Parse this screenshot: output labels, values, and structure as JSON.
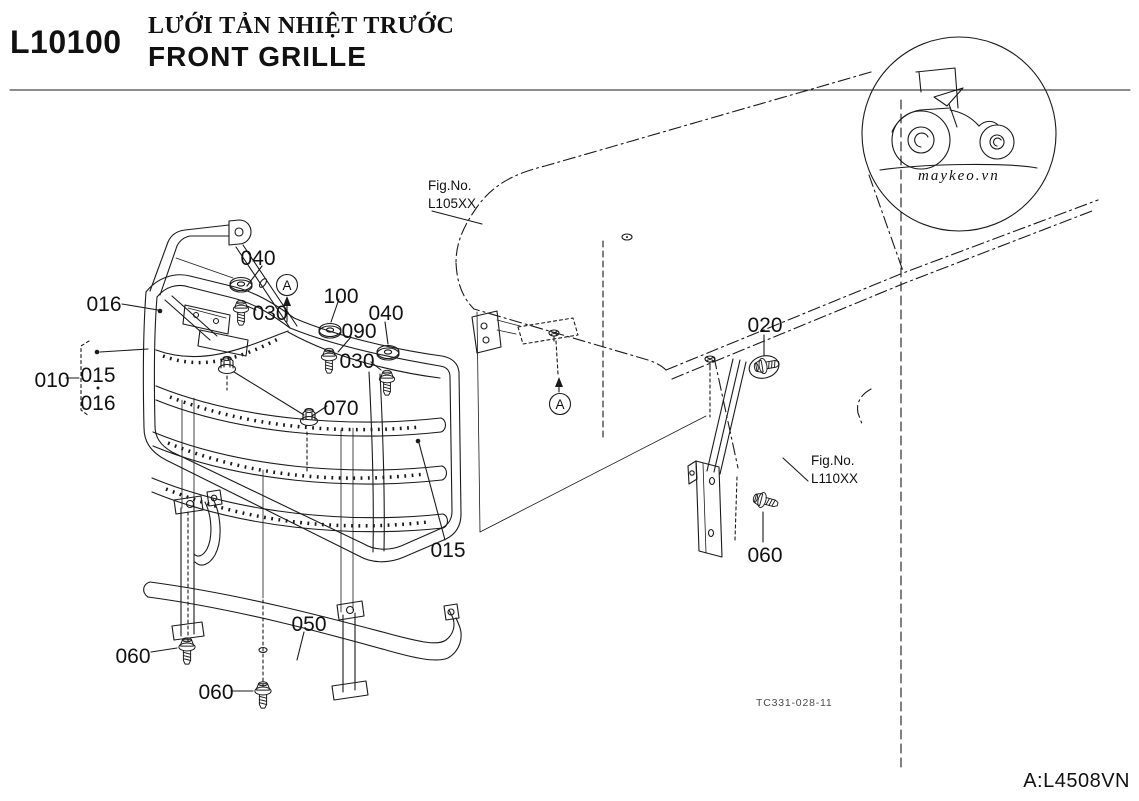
{
  "header": {
    "code": "L10100",
    "title_vi": "LƯỚI TẢN NHIỆT TRƯỚC",
    "title_en": "FRONT GRILLE"
  },
  "watermark": {
    "text": "maykeo.vn",
    "circle_color": "#FBE3A6",
    "ink_color": "#A3A6D2"
  },
  "diagram": {
    "figure_refs": [
      {
        "label": "Fig.No.",
        "value": "L105XX"
      },
      {
        "label": "Fig.No.",
        "value": "L110XX"
      }
    ],
    "detail_markers": [
      {
        "letter": "A"
      },
      {
        "letter": "A"
      }
    ],
    "callouts": [
      {
        "text": "040"
      },
      {
        "text": "016"
      },
      {
        "text": "030"
      },
      {
        "text": "100"
      },
      {
        "text": "090"
      },
      {
        "text": "040"
      },
      {
        "text": "030"
      },
      {
        "text": "010"
      },
      {
        "text": "015"
      },
      {
        "text": "016"
      },
      {
        "text": "070"
      },
      {
        "text": "020"
      },
      {
        "text": "015"
      },
      {
        "text": "050"
      },
      {
        "text": "060"
      },
      {
        "text": "060"
      },
      {
        "text": "060"
      }
    ],
    "drawing_ref": "TC331-028-11"
  },
  "footer": {
    "doc_ref": "A:L4508VN"
  }
}
